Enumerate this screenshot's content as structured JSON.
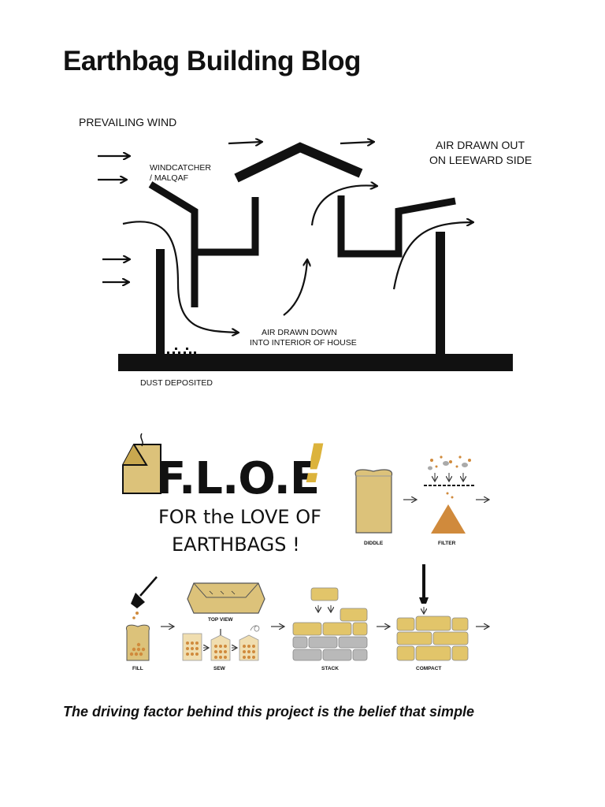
{
  "page_title": "Earthbag Building Blog",
  "diagram": {
    "prevailing_wind": "PREVAILING WIND",
    "windcatcher_line1": "WINDCATCHER",
    "windcatcher_line2": "/ MALQAF",
    "air_out_line1": "AIR DRAWN OUT",
    "air_out_line2": "ON LEEWARD SIDE",
    "air_down_line1": "AIR DRAWN DOWN",
    "air_down_line2": "INTO INTERIOR OF HOUSE",
    "dust": "DUST DEPOSITED"
  },
  "floe": {
    "title": "F.L.O.E",
    "exclamation": "!",
    "subtitle_line1": "FOR the LOVE OF",
    "subtitle_line2": "EARTHBAGS !",
    "colors": {
      "bag": "#dcc27a",
      "bag_dark": "#c9a84f",
      "earth": "#d08a3c",
      "brick": "#e2c56a"
    },
    "steps": {
      "diddle": "DIDDLE",
      "filter": "FILTER",
      "fill": "FILL",
      "top_view": "TOP VIEW",
      "sew": "SEW",
      "stack": "STACK",
      "compact": "COMPACT"
    }
  },
  "caption": "The driving factor behind this project is the belief that simple"
}
